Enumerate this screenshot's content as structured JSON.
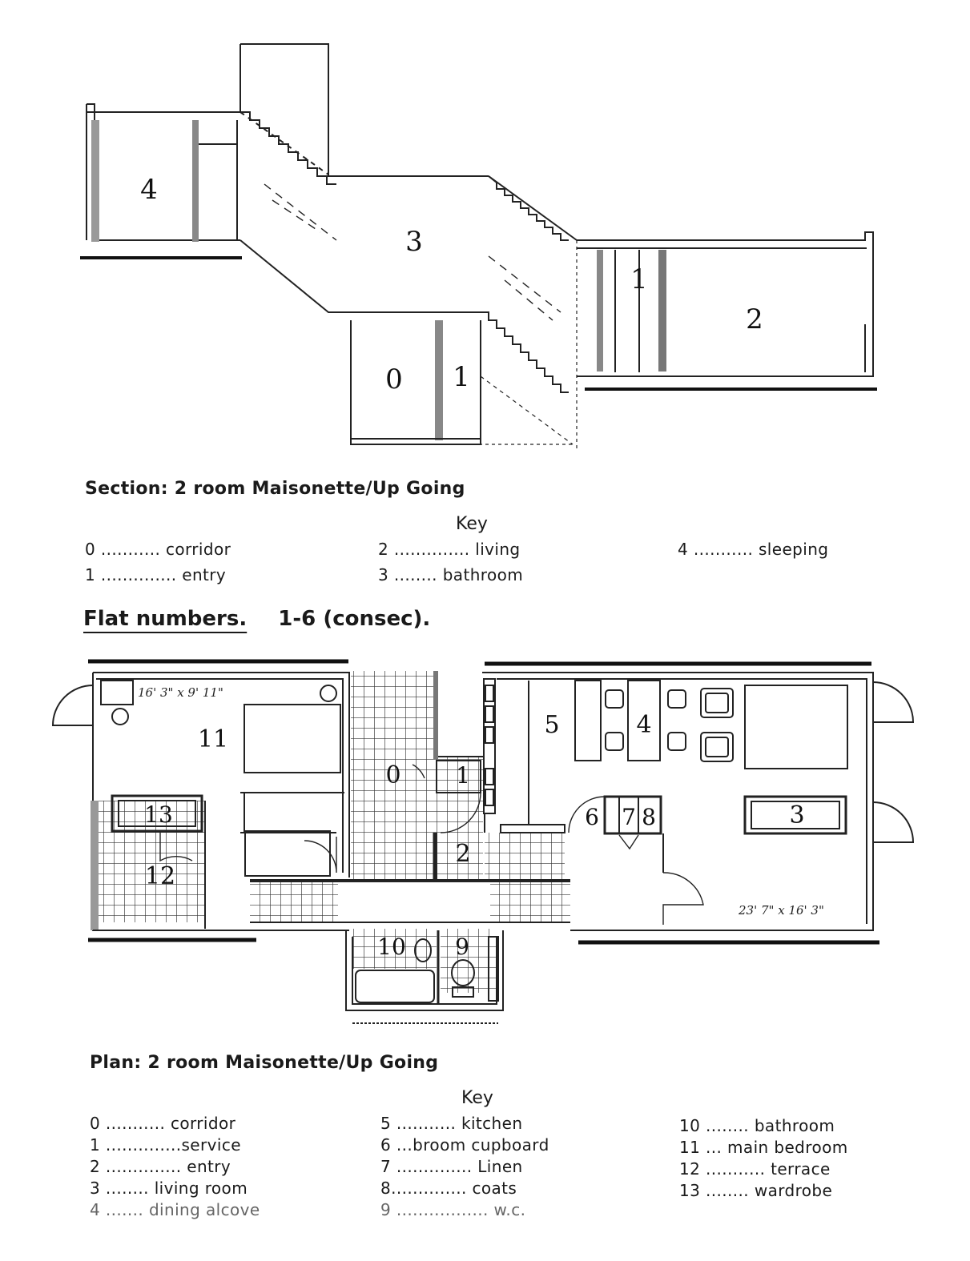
{
  "section": {
    "caption": "Section: 2 room Maisonette/Up Going",
    "key_title": "Key",
    "room_labels": [
      "0",
      "1",
      "1",
      "2",
      "3",
      "4"
    ],
    "key": [
      "0 ........... corridor",
      "1 .............. entry",
      "2 .............. living",
      "3 ........ bathroom",
      "4 ........... sleeping"
    ]
  },
  "flat_numbers": {
    "label": "Flat numbers.",
    "value": "1-6 (consec)."
  },
  "plan": {
    "caption": "Plan: 2 room Maisonette/Up Going",
    "key_title": "Key",
    "room_labels": [
      "0",
      "1",
      "2",
      "3",
      "4",
      "5",
      "6",
      "7",
      "8",
      "9",
      "10",
      "11",
      "12",
      "13"
    ],
    "dim_bedroom": "16' 3\" x 9' 11\"",
    "dim_living": "23' 7\" x 16' 3\"",
    "key": [
      "0 ........... corridor",
      "1 ..............service",
      "2 .............. entry",
      "3 ........ living room",
      "4 ....... dining alcove",
      "5 ........... kitchen",
      "6 ...broom cupboard",
      "7 .............. Linen",
      "8.............. coats",
      "9 ................. w.c.",
      "10 ........ bathroom",
      "11 ... main bedroom",
      "12 ........... terrace",
      "13 ........ wardrobe"
    ]
  }
}
